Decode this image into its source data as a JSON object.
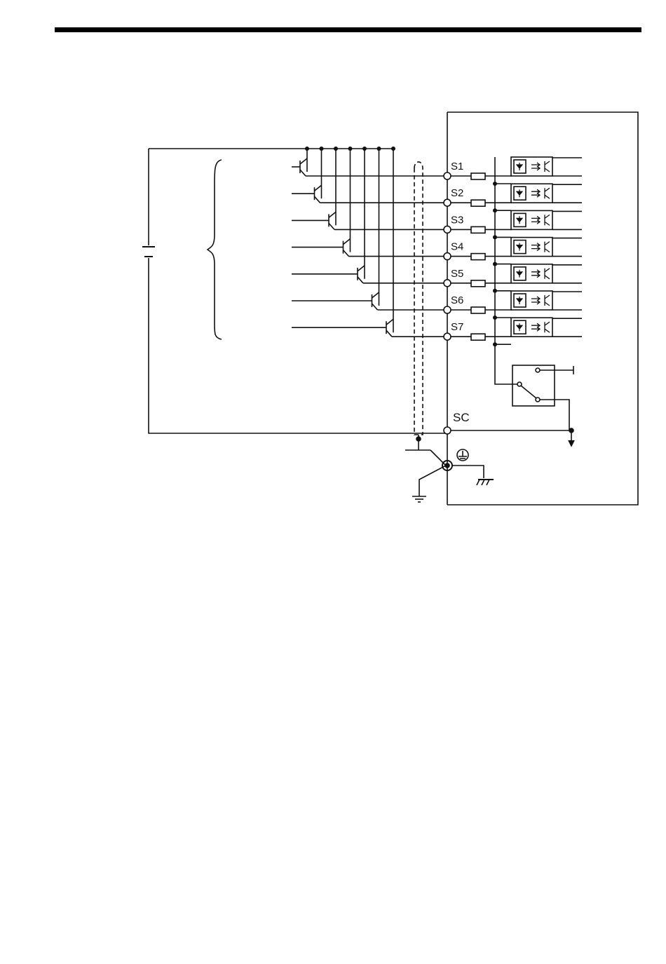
{
  "diagram": {
    "terminals": [
      "S1",
      "S2",
      "S3",
      "S4",
      "S5",
      "S6",
      "S7"
    ],
    "common_terminal": "SC"
  }
}
